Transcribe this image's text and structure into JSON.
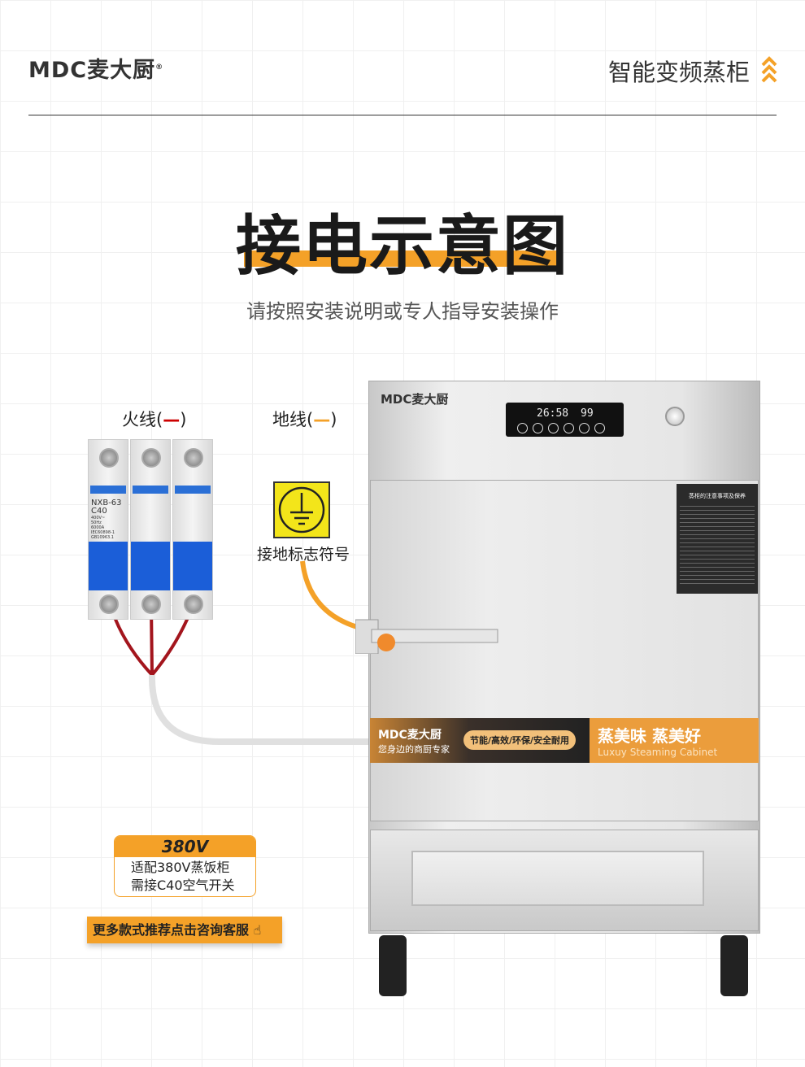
{
  "header": {
    "brand": "MDC麦大厨",
    "product": "智能变频蒸柜",
    "icon": "double-chevron-up-icon"
  },
  "hero": {
    "title": "接电示意图",
    "subtitle": "请按照安装说明或专人指导安装操作"
  },
  "labels": {
    "live_wire": "火线(",
    "live_dash": "—",
    "ground_wire": "地线(",
    "ground_dash": "—",
    "close": ")",
    "ground_symbol": "接地标志符号"
  },
  "breaker": {
    "model": "NXB-63",
    "rating": "C40",
    "specs": [
      "400V~",
      "50Hz",
      "6000A",
      "IEC60898-1",
      "GB10963.1"
    ]
  },
  "cabinet": {
    "brand": "MDC麦大厨",
    "timer": "26:58",
    "temp": "99",
    "notice_title": "蒸柜的注意事项及保养",
    "banner": {
      "brand": "MDC麦大厨",
      "slogan": "您身边的商厨专家",
      "features": "节能/高效/环保/安全耐用",
      "headline": "蒸美味 蒸美好",
      "english": "Luxuy Steaming Cabinet"
    }
  },
  "spec_box": {
    "voltage": "380V",
    "line1": "适配380V蒸饭柜",
    "line2": "需接C40空气开关"
  },
  "cta": {
    "label": "更多款式推荐点击咨询客服"
  },
  "colors": {
    "accent": "#f4a128",
    "live": "#cc0000",
    "ground_wire": "#f4a128"
  }
}
